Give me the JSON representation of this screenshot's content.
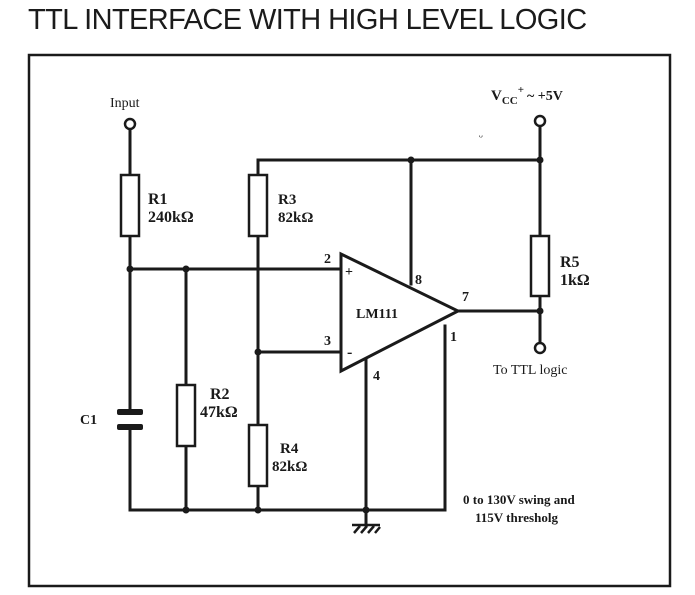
{
  "title": "TTL INTERFACE WITH HIGH LEVEL LOGIC",
  "labels": {
    "input": "Input",
    "vcc": "V",
    "vcc_sub": "CC",
    "vcc_sup": "+",
    "vcc_value": "~ +5V",
    "vcc_tick": "ᵕ",
    "r1_name": "R1",
    "r1_value": "240kΩ",
    "r2_name": "R2",
    "r2_value": "47kΩ",
    "r3_name": "R3",
    "r3_value": "82kΩ",
    "r4_name": "R4",
    "r4_value": "82kΩ",
    "r5_name": "R5",
    "r5_value": "1kΩ",
    "c1_name": "C1",
    "opamp_name": "LM111",
    "pin_plus": "+",
    "pin_minus": "-",
    "pin_2": "2",
    "pin_3": "3",
    "pin_4": "4",
    "pin_8": "8",
    "pin_7": "7",
    "pin_1": "1",
    "output": "To TTL logic",
    "note_line1": "0 to 130V swing and",
    "note_line2": "115V thresholg"
  },
  "colors": {
    "ink": "#1a1a1a",
    "background": "#ffffff"
  }
}
